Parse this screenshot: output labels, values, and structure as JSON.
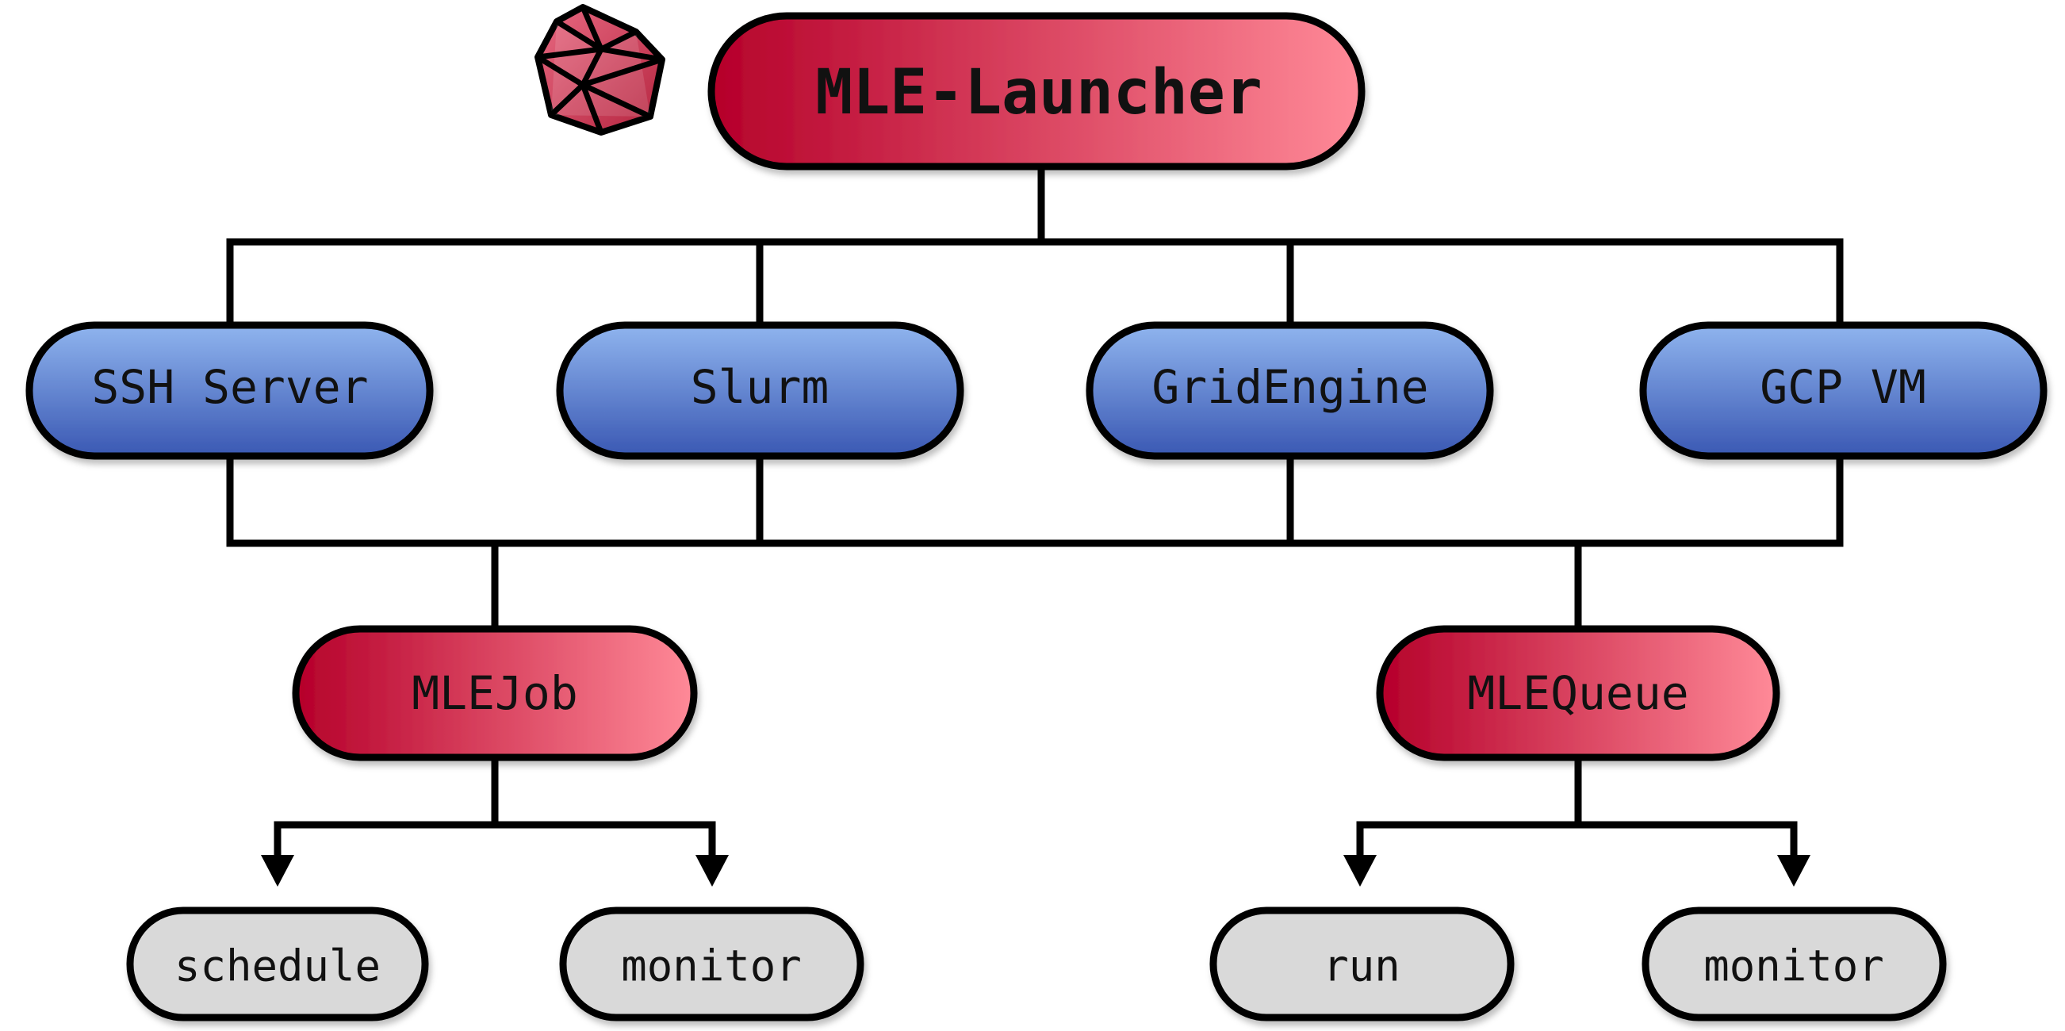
{
  "title": "MLE-Launcher",
  "colors": {
    "title_gradient_start": "#b5002a",
    "title_gradient_end": "#ff8a98",
    "backend_gradient_top": "#8fb4ee",
    "backend_gradient_bottom": "#3a58b3",
    "job_gradient_start": "#b5002a",
    "job_gradient_end": "#ff8a98",
    "leaf_fill": "#d9d9d9",
    "stroke": "#000000"
  },
  "logo": {
    "icon": "icosahedron-logo-icon"
  },
  "backends": [
    {
      "label": "SSH Server"
    },
    {
      "label": "Slurm"
    },
    {
      "label": "GridEngine"
    },
    {
      "label": "GCP VM"
    }
  ],
  "components": [
    {
      "label": "MLEJob",
      "actions": [
        {
          "label": "schedule"
        },
        {
          "label": "monitor"
        }
      ]
    },
    {
      "label": "MLEQueue",
      "actions": [
        {
          "label": "run"
        },
        {
          "label": "monitor"
        }
      ]
    }
  ]
}
